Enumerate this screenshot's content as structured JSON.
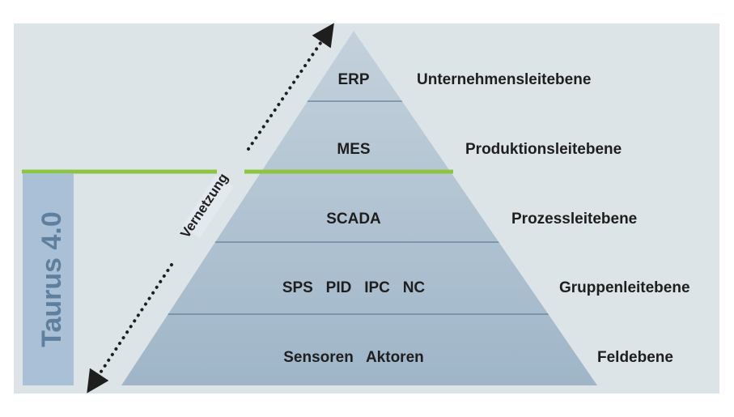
{
  "diagram": {
    "brand_label": "Taurus 4.0",
    "network_label": "Vernetzung",
    "levels": [
      {
        "systems": "ERP",
        "name": "Unternehmensleitebene"
      },
      {
        "systems": "MES",
        "name": "Produktionsleitebene"
      },
      {
        "systems": "SCADA",
        "name": "Prozessleitebene"
      },
      {
        "systems": "SPS   PID   IPC   NC",
        "name": "Gruppenleitebene"
      },
      {
        "systems": "Sensoren   Aktoren",
        "name": "Feldebene"
      }
    ],
    "colors": {
      "panel": "#dde4e7",
      "pyramid_top": "#c4d1dc",
      "pyramid_bottom": "#9fb6c8",
      "divider": "#6d8aa2",
      "accent": "#8cc63f",
      "brand_bar": "#a9c0d6",
      "brand_text": "#5f7f9e",
      "text": "#1e1e1e"
    }
  }
}
